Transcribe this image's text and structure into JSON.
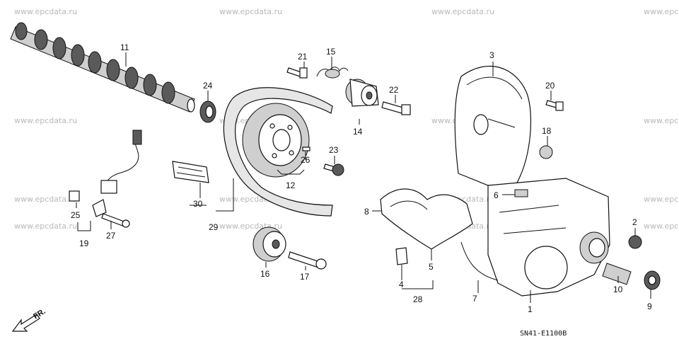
{
  "watermarks": [
    "www.epcdata.ru",
    "www.epcdata.ru",
    "www.epcdata.ru",
    "www.epc"
  ],
  "diagram_code": "SN41-E1100B",
  "direction_label": "FR.",
  "callouts": {
    "p1": "1",
    "p2": "2",
    "p3": "3",
    "p4": "4",
    "p5": "5",
    "p6": "6",
    "p7": "7",
    "p8": "8",
    "p9": "9",
    "p10": "10",
    "p11": "11",
    "p12": "12",
    "p14": "14",
    "p15": "15",
    "p16": "16",
    "p17": "17",
    "p18": "18",
    "p19": "19",
    "p20": "20",
    "p21": "21",
    "p22": "22",
    "p23": "23",
    "p24": "24",
    "p25": "25",
    "p26": "26",
    "p27": "27",
    "p28": "28",
    "p29": "29",
    "p30": "30"
  },
  "colors": {
    "ink": "#111111",
    "watermark": "#b9b9b9",
    "background": "#ffffff"
  }
}
